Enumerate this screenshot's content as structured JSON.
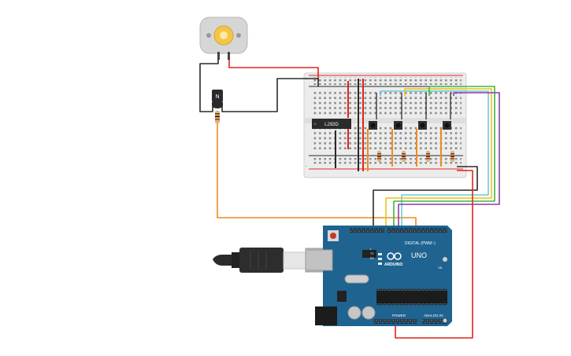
{
  "circuit": {
    "transistor": {
      "label": "N"
    },
    "ic": {
      "label": "L293D"
    },
    "arduino": {
      "logo": "ARDUINO",
      "model": "UNO",
      "digital_header": "DIGITAL (PWM~)",
      "power_header": "POWER",
      "analog_header": "ANALOG IN",
      "tx_label": "TX",
      "rx_label": "RX",
      "l_label": "L",
      "on_label": "ON"
    },
    "breadboard": {
      "rail_plus": "+",
      "rail_minus": "-"
    },
    "colors": {
      "red_wire": "#e0241c",
      "black_wire": "#2a2a2a",
      "orange_wire": "#f08a1c",
      "yellow_wire": "#e8c31a",
      "green_wire": "#3cb83c",
      "teal_wire": "#6cc8d8",
      "purple_wire": "#8e3aa8",
      "arduino_blue": "#1f6390",
      "breadboard": "#ececec"
    }
  }
}
